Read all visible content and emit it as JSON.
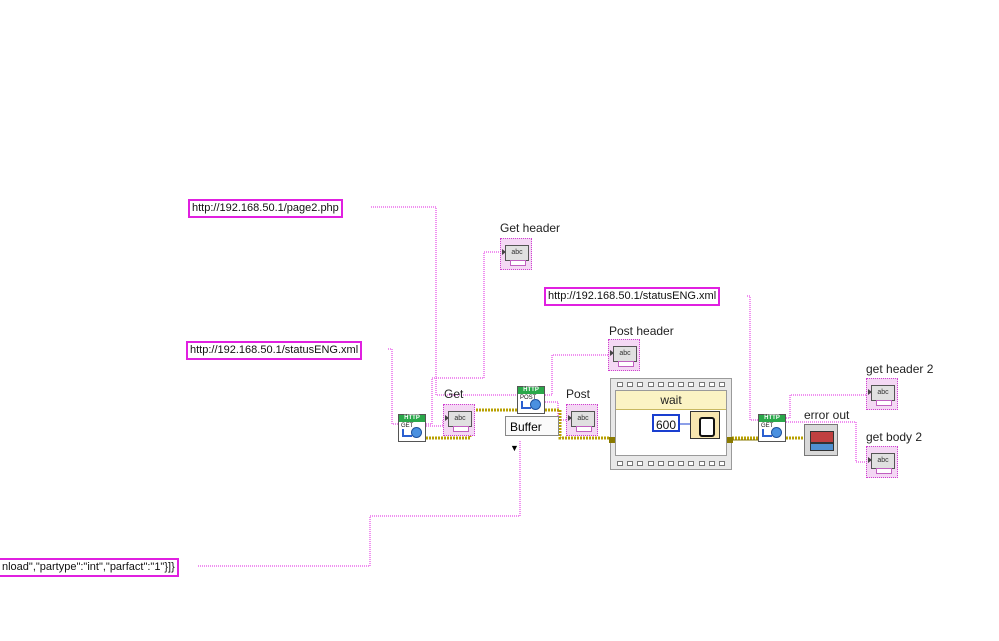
{
  "constants": {
    "url_page2": "http://192.168.50.1/page2.php",
    "url_status_1": "http://192.168.50.1/statusENG.xml",
    "url_status_2": "http://192.168.50.1/statusENG.xml",
    "json_body": "nload\",\"partype\":\"int\",\"parfact\":\"1\"}]}",
    "wait_ms": "600"
  },
  "labels": {
    "get_header": "Get header",
    "get": "Get",
    "post_header": "Post header",
    "post": "Post",
    "buffer": "Buffer",
    "wait": "wait",
    "error_out": "error out",
    "get_header_2": "get  header 2",
    "get_body_2": "get body 2"
  },
  "icons": {
    "http_vi_header": "HTTP",
    "get_sub": "GET",
    "post_sub": "POST",
    "indicator_glyph": "abc"
  },
  "colors": {
    "string_wire": "#e020e0",
    "error_wire": "#b8a000",
    "numeric_const": "#1a3fd0",
    "http_header": "#2aa84a"
  }
}
